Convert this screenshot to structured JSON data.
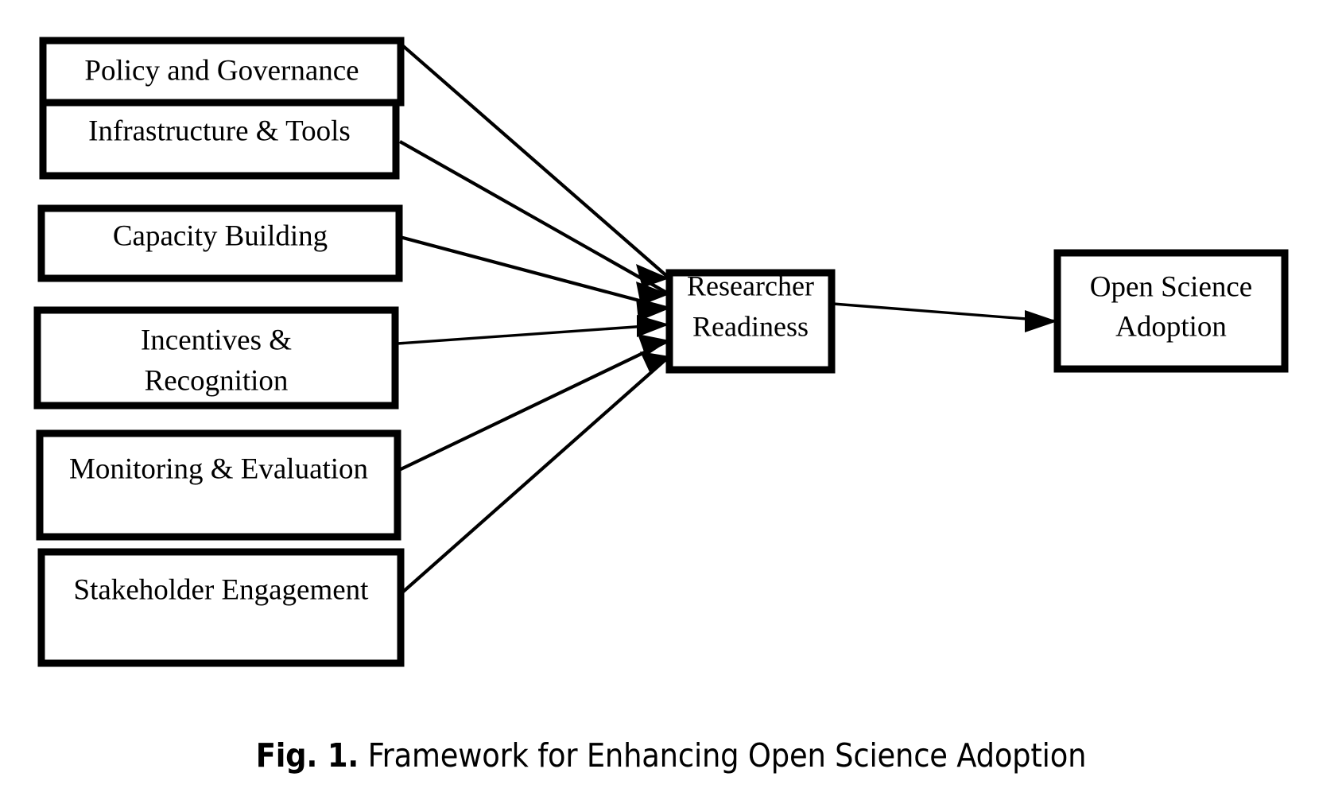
{
  "figure": {
    "caption_label": "Fig. 1.",
    "caption_text": "Framework for Enhancing Open Science Adoption"
  },
  "colors": {
    "box_stroke": "#000000",
    "box_fill": "#ffffff",
    "edge": "#000000",
    "background": "#ffffff",
    "text": "#000000"
  },
  "diagram": {
    "type": "framework-flow",
    "direction": "left-to-right",
    "drivers": [
      {
        "id": "policy-and-governance",
        "label": "Policy and Governance"
      },
      {
        "id": "infrastructure-and-tools",
        "label": "Infrastructure & Tools"
      },
      {
        "id": "capacity-building",
        "label": "Capacity Building"
      },
      {
        "id": "incentives-and-recognition",
        "label_line1": "Incentives &",
        "label_line2": "Recognition"
      },
      {
        "id": "monitoring-and-evaluation",
        "label": "Monitoring & Evaluation"
      },
      {
        "id": "stakeholder-engagement",
        "label": "Stakeholder Engagement"
      }
    ],
    "mediator": {
      "id": "researcher-readiness",
      "label_line1": "Researcher",
      "label_line2": "Readiness"
    },
    "outcome": {
      "id": "open-science-adoption",
      "label_line1": "Open Science",
      "label_line2": "Adoption"
    },
    "edges": [
      {
        "from": "policy-and-governance",
        "to": "researcher-readiness"
      },
      {
        "from": "infrastructure-and-tools",
        "to": "researcher-readiness"
      },
      {
        "from": "capacity-building",
        "to": "researcher-readiness"
      },
      {
        "from": "incentives-and-recognition",
        "to": "researcher-readiness"
      },
      {
        "from": "monitoring-and-evaluation",
        "to": "researcher-readiness"
      },
      {
        "from": "stakeholder-engagement",
        "to": "researcher-readiness"
      },
      {
        "from": "researcher-readiness",
        "to": "open-science-adoption"
      }
    ]
  }
}
